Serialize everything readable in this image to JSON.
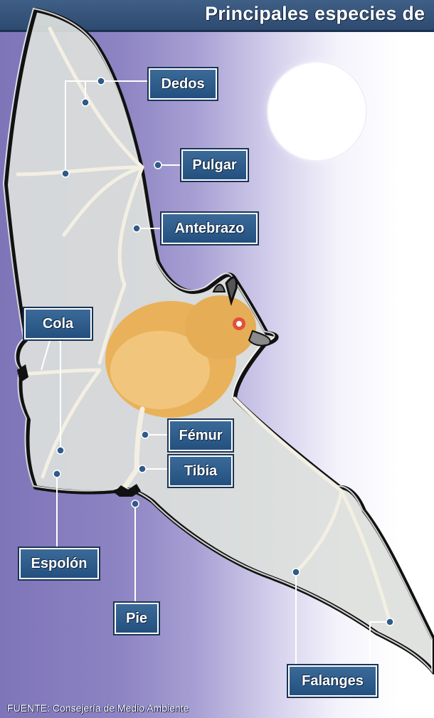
{
  "title": "Principales especies de",
  "source": "FUENTE: Consejería de Medio Ambiente",
  "labels": {
    "dedos": "Dedos",
    "pulgar": "Pulgar",
    "antebrazo": "Antebrazo",
    "cola": "Cola",
    "femur": "Fémur",
    "tibia": "Tibia",
    "espolon": "Espolón",
    "pie": "Pie",
    "falanges": "Falanges"
  },
  "colors": {
    "label_bg": "#23507f",
    "background_left": "#7e74b8",
    "wing": "#dcdfdc",
    "body": "#e9b25a"
  }
}
